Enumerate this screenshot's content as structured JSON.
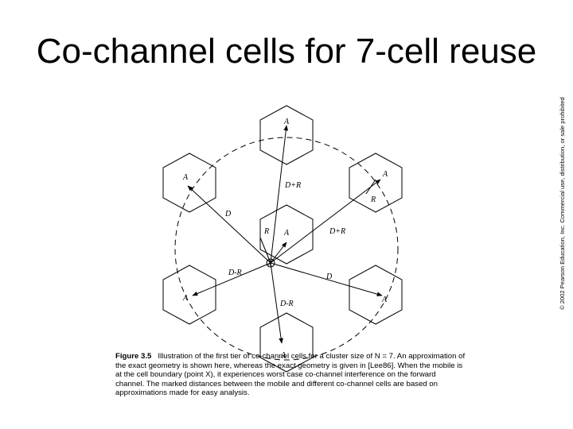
{
  "title": "Co-channel cells for 7-cell reuse",
  "copyright": "© 2002 Pearson Education, Inc. Commercial use, distribution, or sale prohibited",
  "figure": {
    "number": "Figure 3.5",
    "caption": "Illustration of the first tier of co-channel cells for a cluster size of N = 7. An approximation of the exact geometry is shown here, whereas the exact geometry is given in [Lee86]. When the mobile is at the cell boundary (point X), it experiences worst case co-channel interference on the forward channel. The marked distances between the mobile and different co-channel cells are based on approximations made for easy analysis."
  },
  "diagram": {
    "cell_label": "A",
    "mobile_label": "X",
    "distance_labels": {
      "top": "D+R",
      "upper_right": "D+R",
      "upper_left": "D",
      "lower_left": "D-R",
      "bottom": "D-R",
      "lower_right": "D"
    },
    "radius_labels": {
      "center": "R",
      "upper_right_cell": "R"
    }
  }
}
